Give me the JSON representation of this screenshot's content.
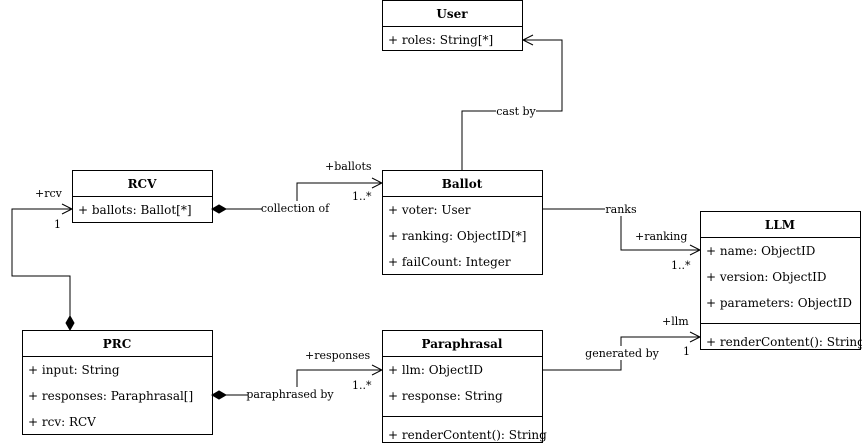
{
  "classes": {
    "user": {
      "name": "User",
      "attributes": [
        "+ roles: String[*]"
      ],
      "methods": []
    },
    "rcv": {
      "name": "RCV",
      "attributes": [
        "+ ballots: Ballot[*]"
      ],
      "methods": []
    },
    "ballot": {
      "name": "Ballot",
      "attributes": [
        "+ voter: User",
        "+ ranking: ObjectID[*]",
        "+ failCount: Integer"
      ],
      "methods": []
    },
    "llm": {
      "name": "LLM",
      "attributes": [
        "+ name: ObjectID",
        "+ version: ObjectID",
        "+ parameters: ObjectID"
      ],
      "methods": [
        "+ renderContent(): String"
      ]
    },
    "prc": {
      "name": "PRC",
      "attributes": [
        "+ input: String",
        "+ responses: Paraphrasal[]",
        "+ rcv: RCV"
      ],
      "methods": []
    },
    "paraphrasal": {
      "name": "Paraphrasal",
      "attributes": [
        "+ llm: ObjectID",
        "+ response: String"
      ],
      "methods": [
        "+ renderContent(): String"
      ]
    }
  },
  "relations": {
    "cast_by": {
      "label": "cast by"
    },
    "collection_of": {
      "label": "collection of",
      "role": "+ballots",
      "multiplicity": "1..*"
    },
    "ranks": {
      "label": "ranks",
      "role": "+ranking",
      "multiplicity": "1..*"
    },
    "prc_rcv": {
      "role": "+rcv",
      "multiplicity": "1"
    },
    "paraphrased_by": {
      "label": "paraphrased by",
      "role": "+responses",
      "multiplicity": "1..*"
    },
    "generated_by": {
      "label": "generated by",
      "role": "+llm",
      "multiplicity": "1"
    }
  }
}
